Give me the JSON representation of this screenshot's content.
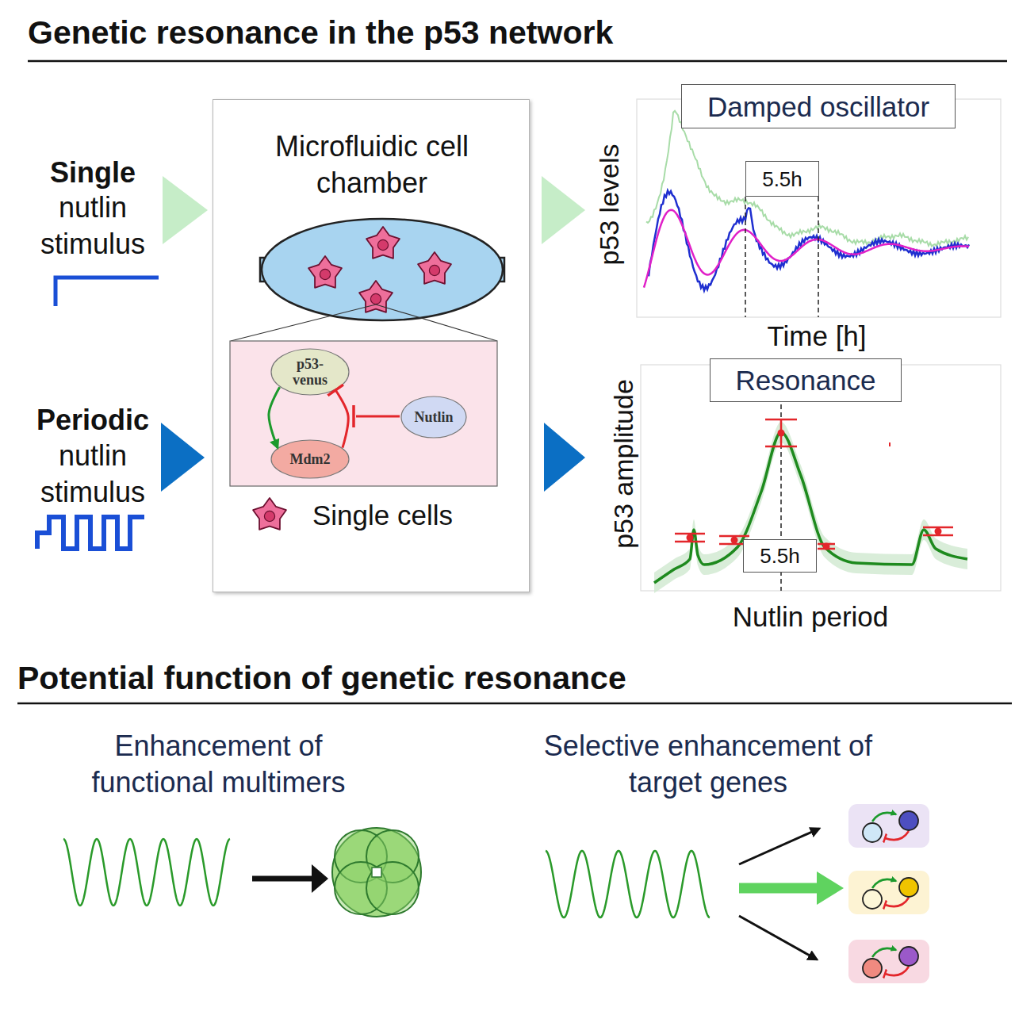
{
  "diagram": {
    "title": "Genetic resonance in the p53 network",
    "nodes": [
      {
        "text": [
          "Microfluidic cell chamber"
        ]
      },
      {
        "text": [
          "p53- venus"
        ],
        "in": 0
      },
      {
        "text": [
          "Mdm2"
        ],
        "in": 0
      },
      {
        "text": [
          "Nutlin"
        ],
        "in": 0
      },
      {
        "text": [
          "Damped oscillator"
        ]
      },
      {
        "text": [
          "5.5h"
        ]
      },
      {
        "text": [
          "Resonance"
        ]
      },
      {
        "text": [
          "5.5h"
        ]
      }
    ],
    "edges": [
      {
        "from": 1,
        "to": 2,
        "arrow": "to"
      },
      {
        "from": 2,
        "to": 1,
        "arrow": "to"
      }
    ],
    "labels": [
      "Single",
      "nutlin stimulus",
      "Periodic",
      "nutlin stimulus",
      "p53 levels",
      "Time [h]",
      "p53 amplitude",
      "Nutlin period",
      "Potential function of genetic resonance",
      "Enhancement of functional multimers",
      "Selective enhancement of target genes"
    ],
    "legend": [
      {
        "text": "Single cells"
      }
    ]
  }
}
